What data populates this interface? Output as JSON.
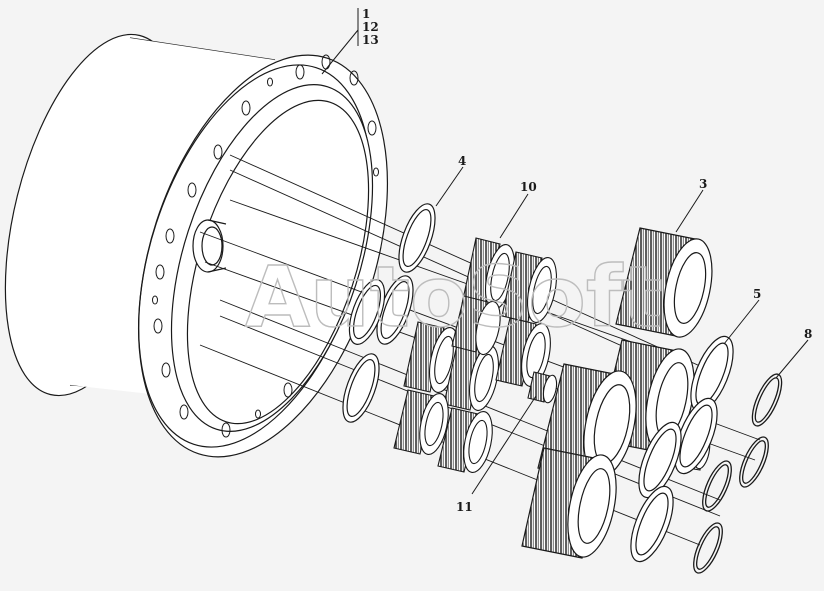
{
  "watermark": "AutoSoft",
  "callouts": {
    "c1": "1",
    "c12": "12",
    "c13": "13",
    "c4": "4",
    "c10": "10",
    "c3": "3",
    "c5": "5",
    "c8": "8",
    "c11": "11"
  },
  "colors": {
    "background": "#f4f4f4",
    "line": "#1a1a1a",
    "watermark": "#c9c9c9"
  }
}
